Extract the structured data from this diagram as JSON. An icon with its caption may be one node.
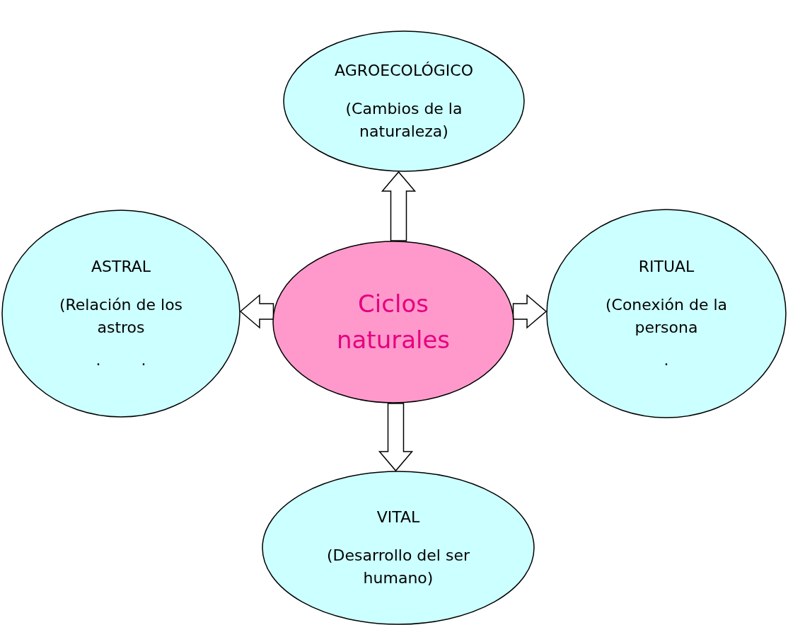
{
  "diagram": {
    "nodes": [
      {
        "text": [
          "AGROECOLÓGICO",
          "(Cambios de la naturaleza)"
        ]
      },
      {
        "text": [
          "ASTRAL",
          "(Relación de los astros",
          ". ."
        ]
      },
      {
        "text": [
          "Ciclos naturales"
        ]
      },
      {
        "text": [
          "RITUAL",
          "(Conexión de la persona",
          "."
        ]
      },
      {
        "text": [
          "VITAL",
          "(Desarrollo del ser humano)"
        ]
      }
    ],
    "edges": [
      {
        "from": 2,
        "to": 0,
        "arrow": "to"
      },
      {
        "from": 2,
        "to": 1,
        "arrow": "to"
      },
      {
        "from": 2,
        "to": 3,
        "arrow": "to"
      },
      {
        "from": 2,
        "to": 4,
        "arrow": "to"
      }
    ]
  }
}
